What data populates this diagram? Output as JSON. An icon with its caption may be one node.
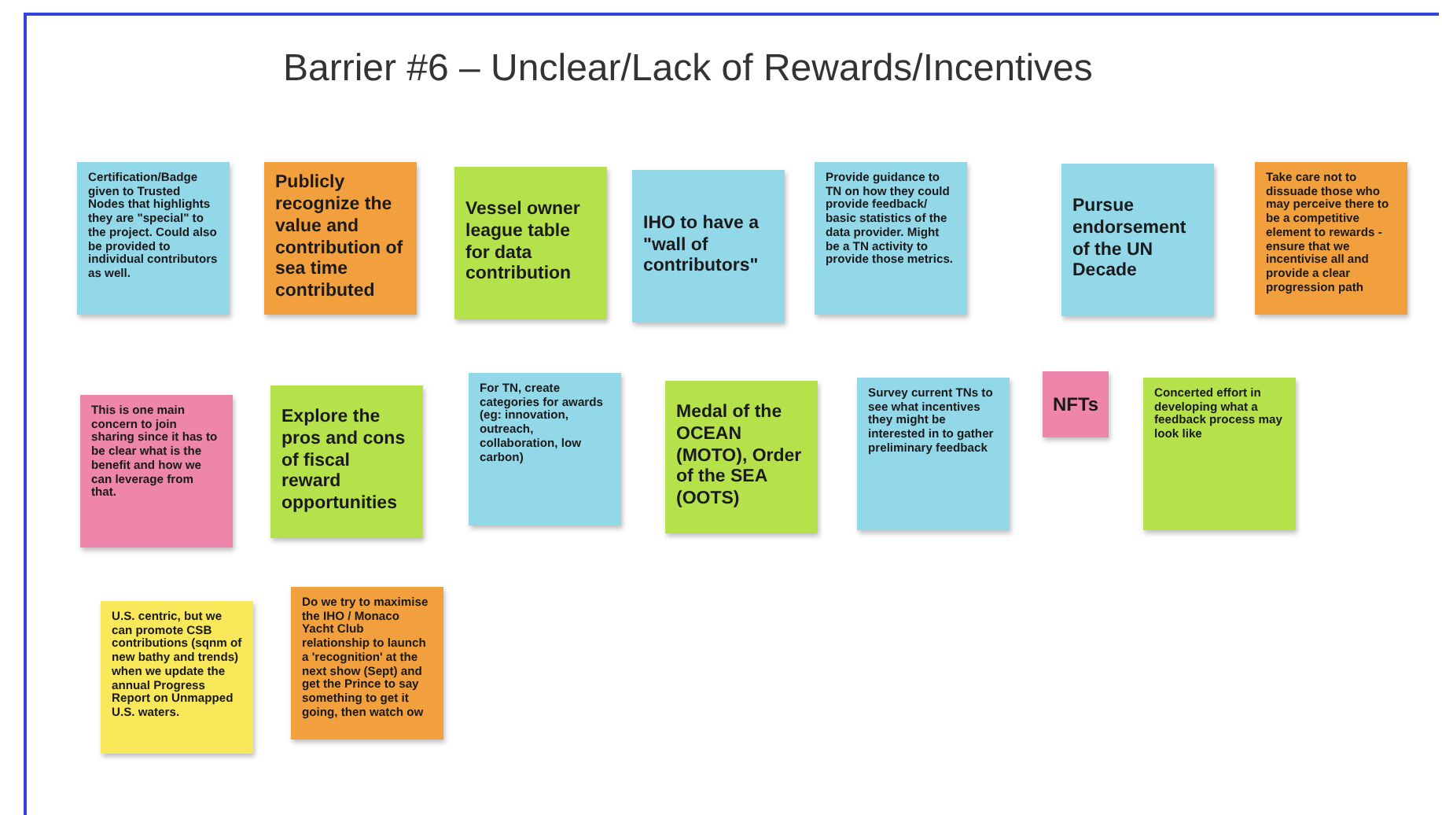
{
  "diagram": {
    "title": "Barrier #6 – Unclear/Lack of Rewards/Incentives",
    "nodes": [
      {
        "text": [
          "Certification/Badge given to Trusted Nodes that highlights they are \"special\" to the project. Could also be provided to individual contributors as well."
        ]
      },
      {
        "text": [
          "Publicly recognize the value and contribution of sea time contributed"
        ]
      },
      {
        "text": [
          "Vessel owner league table for data contribution"
        ]
      },
      {
        "text": [
          "IHO to have a \"wall of contributors\""
        ]
      },
      {
        "text": [
          "Provide guidance to TN on how they could provide feedback/ basic statistics of the data provider. Might be a TN activity to provide those metrics."
        ]
      },
      {
        "text": [
          "Pursue endorsement of the UN Decade"
        ]
      },
      {
        "text": [
          "Take care not to dissuade those who may perceive there to be a competitive element to rewards - ensure that we incentivise all and provide a clear progression path"
        ]
      },
      {
        "text": [
          "This is one main concern to join sharing since it has to be clear what is the benefit and how we can leverage from that."
        ]
      },
      {
        "text": [
          "Explore the pros and cons of fiscal reward opportunities"
        ]
      },
      {
        "text": [
          "For TN, create categories for awards (eg: innovation, outreach, collaboration, low carbon)"
        ]
      },
      {
        "text": [
          "Medal of the OCEAN (MOTO), Order of the SEA (OOTS)"
        ]
      },
      {
        "text": [
          "Survey current TNs to see what incentives they might be interested in to gather preliminary feedback"
        ]
      },
      {
        "text": [
          "NFTs"
        ]
      },
      {
        "text": [
          "Concerted effort in developing what a feedback process may look like"
        ]
      },
      {
        "text": [
          "U.S. centric, but we can promote CSB contributions (sqnm of new bathy and trends) when we update the annual Progress Report on Unmapped U.S. waters."
        ]
      },
      {
        "text": [
          "Do we try to maximise the IHO / Monaco Yacht Club relationship to launch a 'recognition' at the next show (Sept) and get the Prince to say something to get it going, then watch ow"
        ]
      }
    ]
  }
}
